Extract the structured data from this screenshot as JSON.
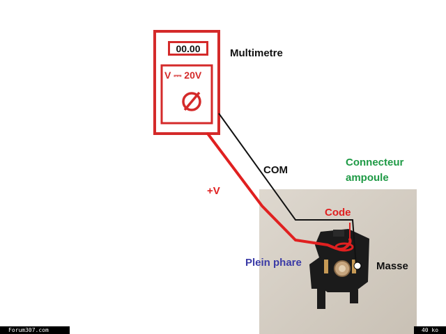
{
  "multimeter": {
    "label": "Multimetre",
    "display": "00.00",
    "range": "V ⎓ 20V"
  },
  "wires": {
    "com_label": "COM",
    "plus_label": "+V"
  },
  "connector": {
    "title_line1": "Connecteur",
    "title_line2": "ampoule",
    "code_label": "Code",
    "plein_phare_label": "Plein phare",
    "masse_label": "Masse"
  },
  "footer": {
    "left": "Forum307.com",
    "right": "40 ko"
  },
  "colors": {
    "meter_red": "#d42a2a",
    "wire_red": "#e02020",
    "wire_black": "#111111",
    "connector_green": "#1e9a45",
    "plein_phare_blue": "#3a3aa6",
    "photo_bg": "#d9d2c8"
  },
  "icons": {
    "dial": "rotary-dial-icon"
  }
}
